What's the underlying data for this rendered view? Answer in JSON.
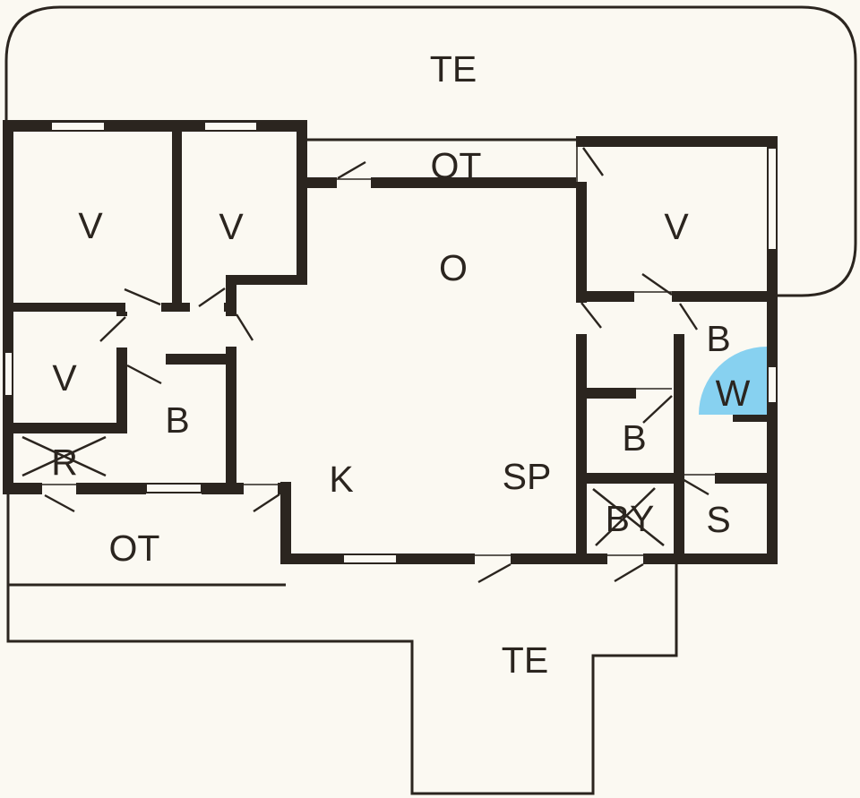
{
  "labels": {
    "terrace_top": "TE",
    "entry_walk_top": "OT",
    "bedroom_left_1": "V",
    "bedroom_left_2": "V",
    "bedroom_right": "V",
    "living_room": "O",
    "bedroom_left_3": "V",
    "bath_left": "B",
    "storage_r": "R",
    "bath_right_top": "B",
    "wet_area": "W",
    "bath_right_mid": "B",
    "kitchen": "K",
    "dining": "SP",
    "laundry": "BY",
    "sauna": "S",
    "porch_bottom": "OT",
    "terrace_bottom": "TE"
  },
  "colors": {
    "wall": "#2b251f",
    "bg": "#fbf9f2",
    "water": "#87d1f0"
  }
}
